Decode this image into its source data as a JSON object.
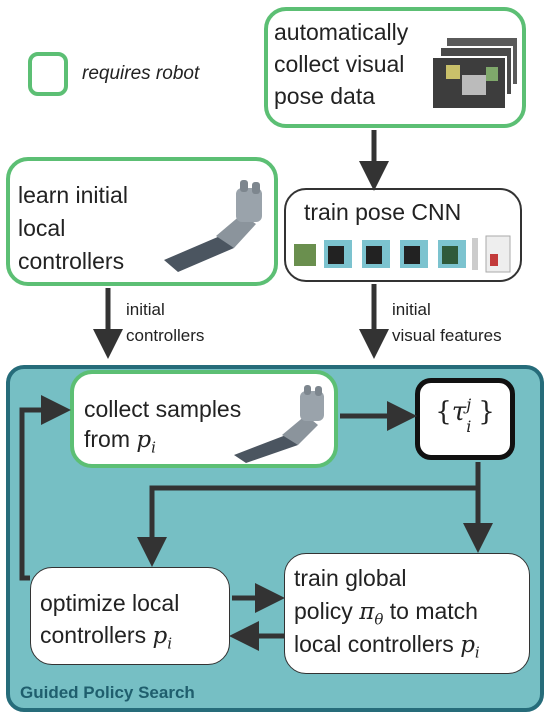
{
  "legend": {
    "label": "requires robot"
  },
  "nodes": {
    "collect_pose": {
      "lines": [
        "automatically",
        "collect visual",
        "pose data"
      ]
    },
    "learn_initial": {
      "lines": [
        "learn initial",
        "local",
        "controllers"
      ]
    },
    "train_cnn": {
      "label": "train pose CNN"
    },
    "collect_samples": {
      "line1": "collect samples",
      "line2_prefix": "from ",
      "line2_math": "p",
      "line2_sub": "i"
    },
    "tau": {
      "symbol": "τ",
      "sup": "j",
      "sub": "i"
    },
    "optimize": {
      "line1": "optimize local",
      "line2_prefix": "controllers ",
      "line2_math": "p",
      "line2_sub": "i"
    },
    "train_global": {
      "line1": "train global",
      "line2_prefix": "policy ",
      "line2_math": "π",
      "line2_sub": "θ",
      "line2_suffix": " to match",
      "line3_prefix": "local controllers ",
      "line3_math": "p",
      "line3_sub": "i"
    }
  },
  "edge_labels": {
    "initial_controllers": [
      "initial",
      "controllers"
    ],
    "initial_visual": [
      "initial",
      "visual features"
    ]
  },
  "region": {
    "title": "Guided Policy Search"
  },
  "colors": {
    "green": "#5cbf74",
    "teal_bg": "#76bfc4",
    "teal_border": "#266c7a"
  }
}
